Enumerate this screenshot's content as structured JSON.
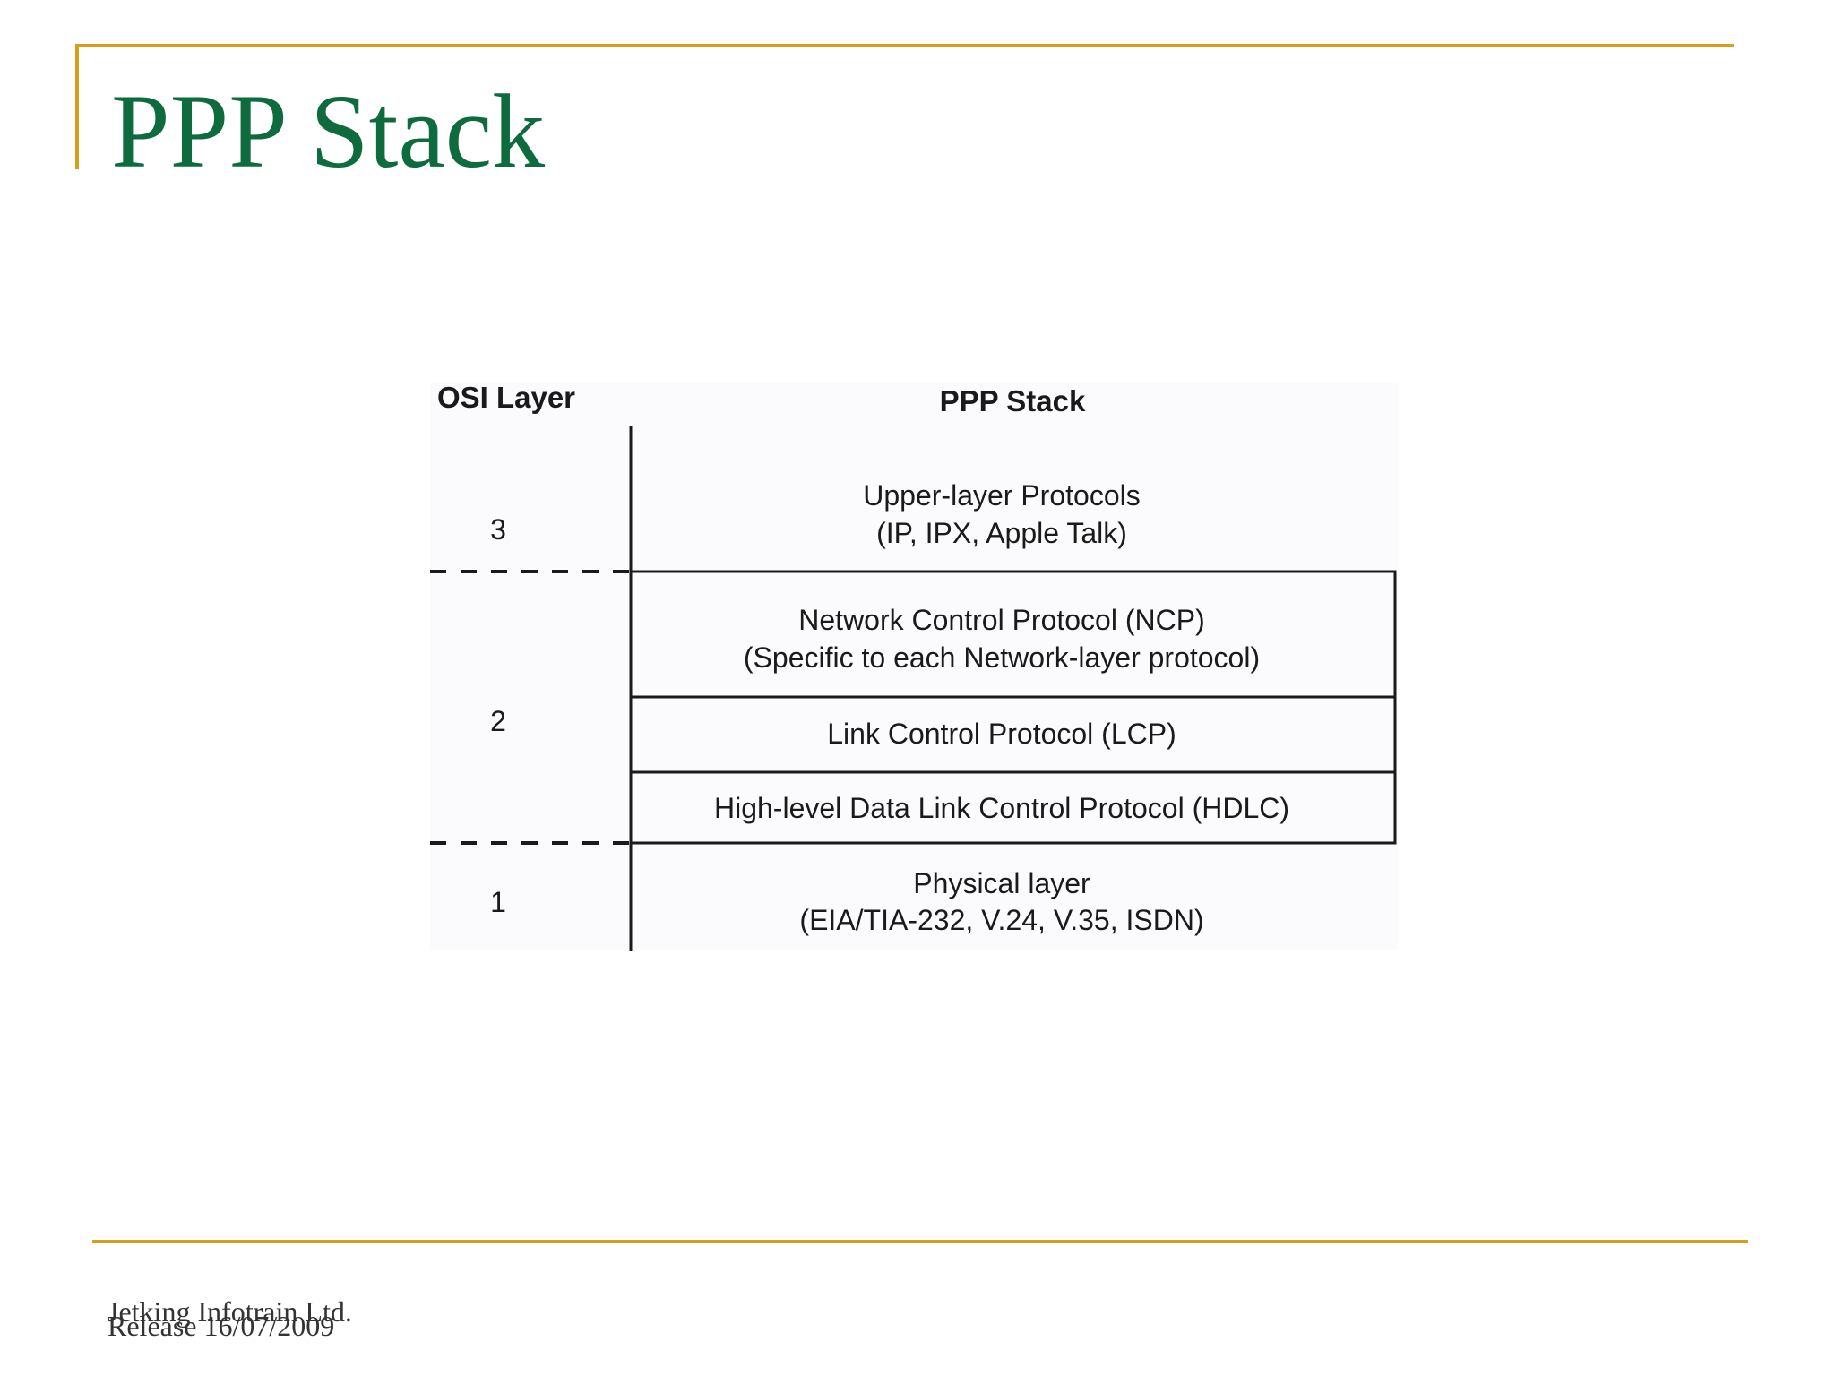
{
  "slide": {
    "title": "PPP Stack",
    "colors": {
      "title": "#0e6b3d",
      "accent_rule": "#d4a017",
      "diagram_line": "#1a1a1a"
    }
  },
  "diagram": {
    "osi_header": "OSI Layer",
    "stack_header": "PPP Stack",
    "layers": [
      {
        "number": "3"
      },
      {
        "number": "2"
      },
      {
        "number": "1"
      }
    ],
    "stack_items": [
      {
        "line1": "Upper-layer Protocols",
        "line2": "(IP, IPX, Apple Talk)"
      },
      {
        "line1": "Network Control Protocol (NCP)",
        "line2": "(Specific to each Network-layer protocol)"
      },
      {
        "line1": "Link Control Protocol (LCP)"
      },
      {
        "line1": "High-level Data Link Control Protocol (HDLC)"
      },
      {
        "line1": "Physical layer",
        "line2": "(EIA/TIA-232, V.24, V.35, ISDN)"
      }
    ]
  },
  "footer": {
    "company": "Jetking Infotrain Ltd.",
    "release": "Release 16/07/2009"
  }
}
